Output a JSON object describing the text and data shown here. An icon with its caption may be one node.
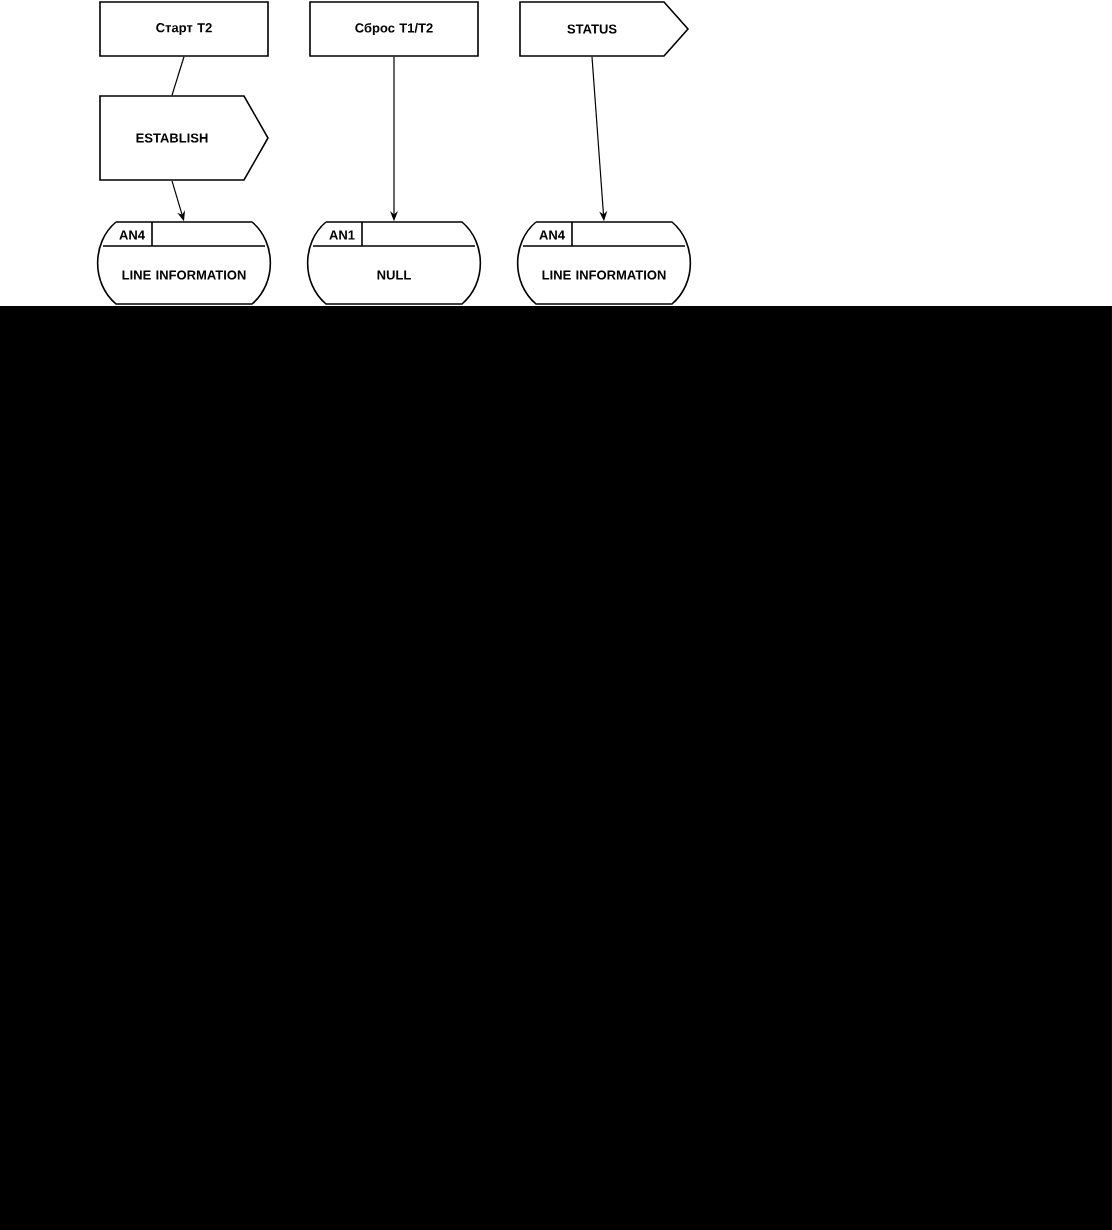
{
  "diagram": {
    "nodes": [
      {
        "text": [
          "Старт T2"
        ]
      },
      {
        "text": [
          "Сброс T1/T2"
        ]
      },
      {
        "text": [
          "STATUS"
        ]
      },
      {
        "text": [
          "ESTABLISH"
        ]
      },
      {
        "text": [
          "AN4",
          "LINE INFORMATION"
        ]
      },
      {
        "text": [
          "AN1",
          "NULL"
        ]
      },
      {
        "text": [
          "AN4",
          "LINE INFORMATION"
        ]
      }
    ],
    "edges": [
      {
        "from": 0,
        "to": 3,
        "arrow": "none"
      },
      {
        "from": 3,
        "to": 4,
        "arrow": "to"
      },
      {
        "from": 1,
        "to": 5,
        "arrow": "to"
      },
      {
        "from": 2,
        "to": 6,
        "arrow": "to"
      }
    ]
  }
}
